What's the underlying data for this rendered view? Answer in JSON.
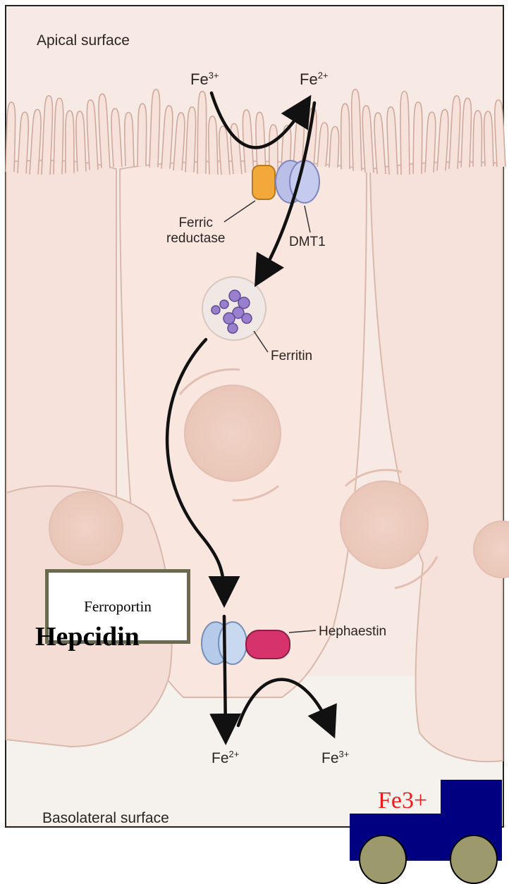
{
  "labels": {
    "apical_surface": "Apical surface",
    "basolateral_surface": "Basolateral surface",
    "fe3_top": "Fe",
    "fe3_top_charge": "3+",
    "fe2_top": "Fe",
    "fe2_top_charge": "2+",
    "ferric_reductase_line1": "Ferric",
    "ferric_reductase_line2": "reductase",
    "dmt1": "DMT1",
    "ferritin": "Ferritin",
    "hephaestin": "Hephaestin",
    "fe2_bottom": "Fe",
    "fe2_bottom_charge": "2+",
    "fe3_bottom": "Fe",
    "fe3_bottom_charge": "3+"
  },
  "overlay": {
    "ferroportin": "Ferroportin",
    "hepcidin": "Hepcidin",
    "truck_label": "Fe3+"
  },
  "colors": {
    "cell_fill": "#f6e2da",
    "cell_stroke": "#d9b9ac",
    "ferric_reductase": "#f3a93a",
    "dmt1": "#b9bfe6",
    "ferroportin_transporter": "#b6cbe9",
    "hephaestin": "#d6336c",
    "ferritin": "#9a7fcf",
    "truck_body": "#000080",
    "truck_wheels": "#9c9a6c",
    "truck_label": "#ee1c1c"
  }
}
